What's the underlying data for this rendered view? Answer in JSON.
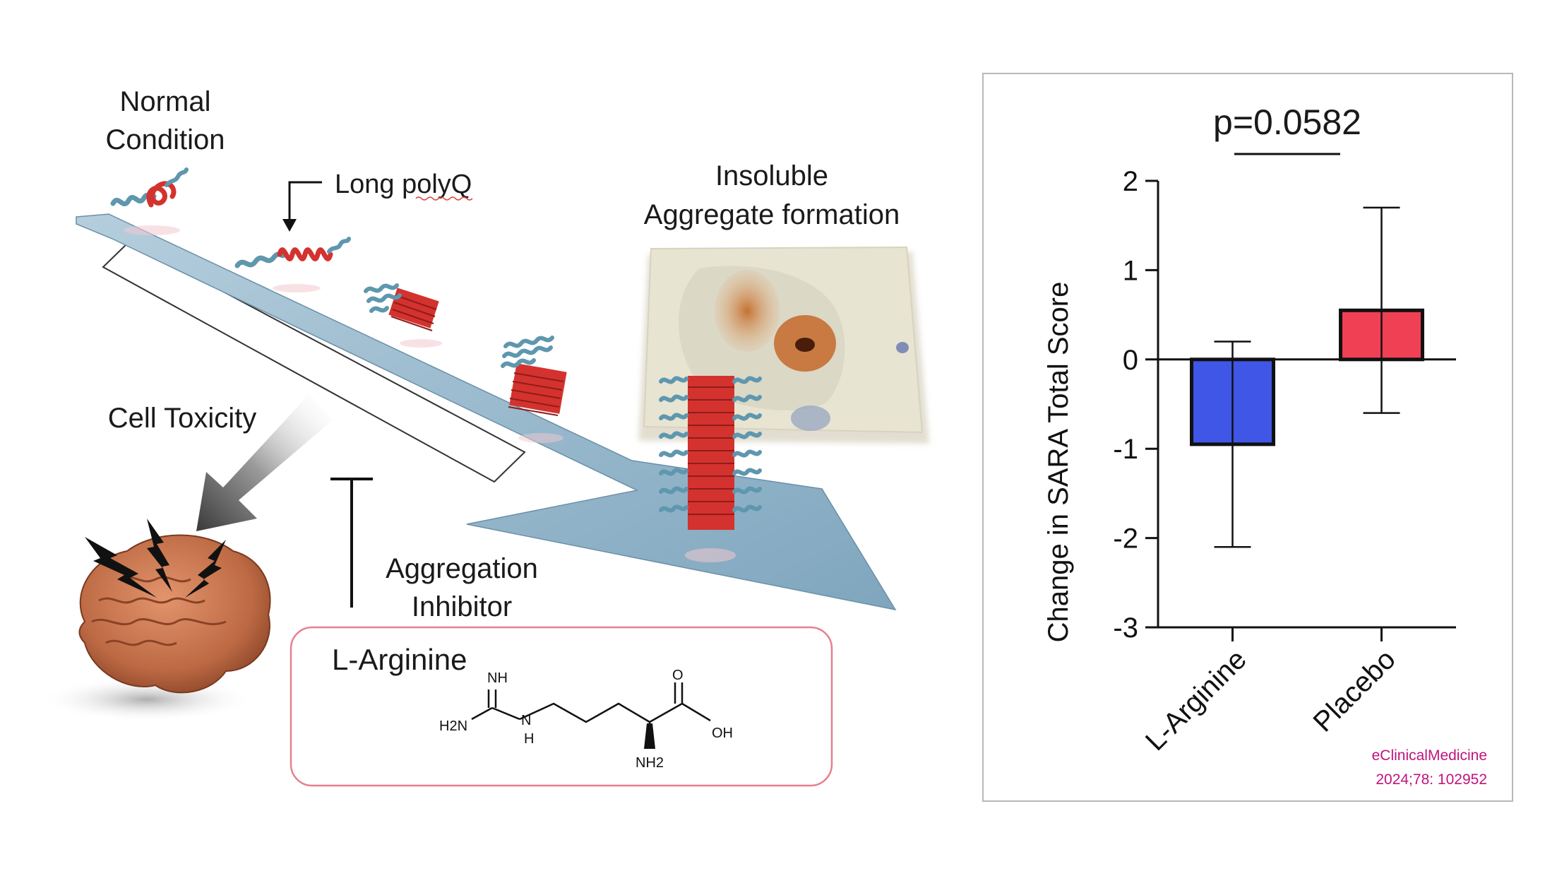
{
  "labels": {
    "normal_condition_line1": "Normal",
    "normal_condition_line2": "Condition",
    "long_polyq": "Long polyQ",
    "insoluble_line1": "Insoluble",
    "insoluble_line2": "Aggregate formation",
    "cell_toxicity": "Cell Toxicity",
    "aggregation_inhibitor_line1": "Aggregation",
    "aggregation_inhibitor_line2": "Inhibitor",
    "l_arginine_title": "L-Arginine"
  },
  "chemistry": {
    "nh": "NH",
    "h2n": "H2N",
    "h": "H",
    "n": "N",
    "o": "O",
    "oh": "OH",
    "nh2": "NH2"
  },
  "citation": {
    "line1": "eClinicalMedicine",
    "line2": "2024;78: 102952"
  },
  "colors": {
    "arrow": "#8fb3c9",
    "protein_teal": "#5e97ae",
    "protein_red": "#d4322e",
    "bar_l_arginine": "#3f56e6",
    "bar_placebo": "#f04053",
    "box_border": "#e7808d",
    "citation": "#c0137e"
  },
  "chart_data": {
    "type": "bar",
    "categories": [
      "L-Arginine",
      "Placebo"
    ],
    "values": [
      -0.95,
      0.55
    ],
    "error_low": [
      -2.1,
      -0.6
    ],
    "error_high": [
      0.2,
      1.7
    ],
    "ylabel": "Change in SARA Total Score",
    "ylim": [
      -3,
      2
    ],
    "yticks": [
      2,
      1,
      0,
      -1,
      -2,
      -3
    ],
    "annotation": "p=0.0582",
    "bar_colors": [
      "#3f56e6",
      "#f04053"
    ],
    "grid": false
  }
}
